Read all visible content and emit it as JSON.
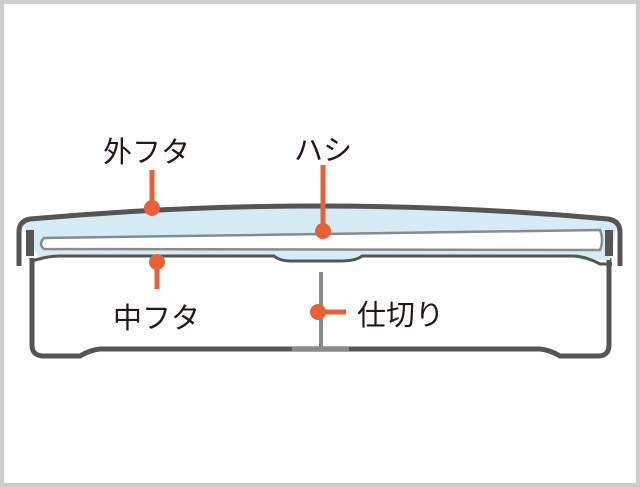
{
  "labels": {
    "outer_lid": "外フタ",
    "chopsticks": "ハシ",
    "inner_lid": "中フタ",
    "divider": "仕切り"
  },
  "colors": {
    "outline": "#555556",
    "lid_fill": "#d5ecf7",
    "pointer": "#e85f38",
    "divider": "#8a8a8a",
    "frame": "#cccccc"
  }
}
